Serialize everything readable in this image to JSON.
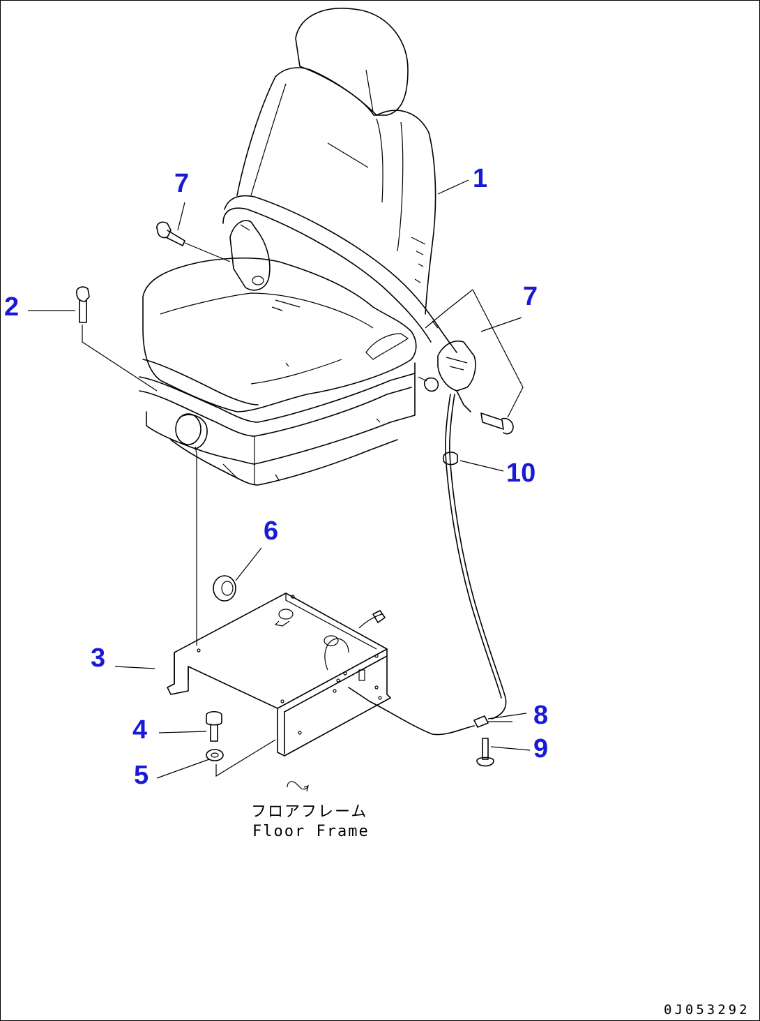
{
  "callouts": [
    {
      "id": "1",
      "label": "1"
    },
    {
      "id": "2",
      "label": "2"
    },
    {
      "id": "3",
      "label": "3"
    },
    {
      "id": "4",
      "label": "4"
    },
    {
      "id": "5",
      "label": "5"
    },
    {
      "id": "6",
      "label": "6"
    },
    {
      "id": "7a",
      "label": "7"
    },
    {
      "id": "7b",
      "label": "7"
    },
    {
      "id": "8",
      "label": "8"
    },
    {
      "id": "9",
      "label": "9"
    },
    {
      "id": "10",
      "label": "10"
    }
  ],
  "caption": {
    "japanese": "フロアフレーム",
    "english": "Floor Frame"
  },
  "drawing_id": "0J053292",
  "colors": {
    "callout": "#1a1ad6",
    "line": "#000000",
    "background": "#ffffff"
  }
}
